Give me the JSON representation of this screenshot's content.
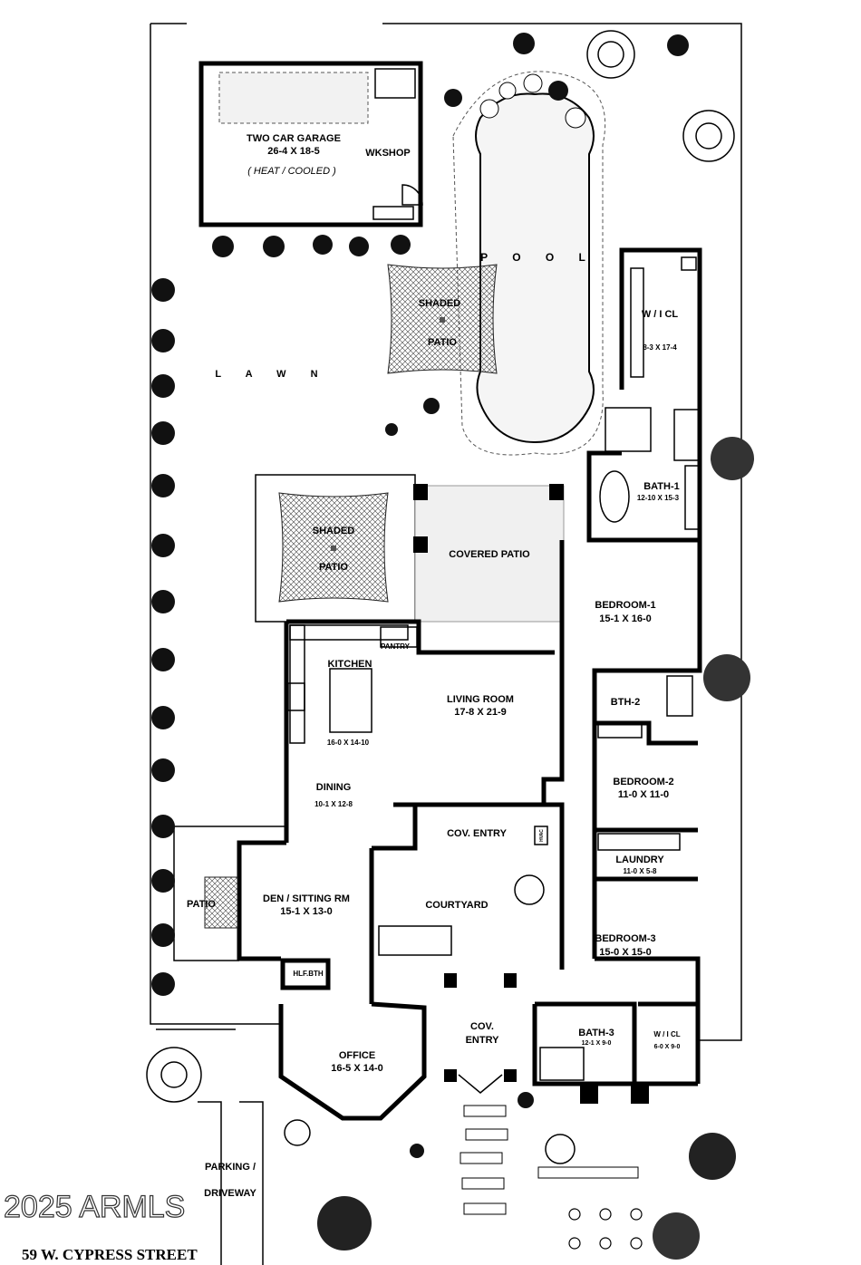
{
  "rooms": {
    "garage": {
      "name": "TWO CAR GARAGE",
      "dims": "26-4  X  18-5",
      "note": "( HEAT / COOLED )"
    },
    "wkshop": "WKSHOP",
    "pool": "P O O L",
    "shaded_patio_top": {
      "name": "SHADED",
      "name2": "PATIO"
    },
    "lawn": "L A W N",
    "wicl_1": {
      "name": "W / I  CL",
      "dims": "8-3 X 17-4"
    },
    "bath_1": {
      "name": "BATH-1",
      "dims": "12-10 X 15-3"
    },
    "shaded_patio_left": {
      "name": "SHADED",
      "name2": "PATIO"
    },
    "covered_patio": "COVERED PATIO",
    "bedroom_1": {
      "name": "BEDROOM-1",
      "dims": "15-1  X  16-0"
    },
    "kitchen": {
      "name": "KITCHEN",
      "dims": "16-0 X 14-10"
    },
    "pantry": "PANTRY",
    "living_room": {
      "name": "LIVING ROOM",
      "dims": "17-8  X  21-9"
    },
    "bth_2": "BTH-2",
    "dining": {
      "name": "DINING",
      "dims": "10-1 X 12-8"
    },
    "bedroom_2": {
      "name": "BEDROOM-2",
      "dims": "11-0  X  11-0"
    },
    "cov_entry_top": "COV. ENTRY",
    "laundry": {
      "name": "LAUNDRY",
      "dims": "11-0 X 5-8"
    },
    "hvac": "HVAC",
    "courtyard": "COURTYARD",
    "patio_small": "PATIO",
    "den": {
      "name": "DEN / SITTING RM",
      "dims": "15-1  X  13-0"
    },
    "bedroom_3": {
      "name": "BEDROOM-3",
      "dims": "15-0  X  15-0"
    },
    "hlf_bth": "HLF.BTH",
    "cov_entry_bottom": {
      "name": "COV.",
      "name2": "ENTRY"
    },
    "bath_3": {
      "name": "BATH-3",
      "dims": "12-1 X 9-0"
    },
    "wicl_3": {
      "name": "W / I  CL",
      "dims": "6-0 X 9-0"
    },
    "office": {
      "name": "OFFICE",
      "dims": "16-5 X 14-0"
    },
    "parking": {
      "name": "PARKING  /",
      "name2": "DRIVEWAY"
    }
  },
  "watermark": "2025 ARMLS",
  "address": "59  W.  CYPRESS  STREET"
}
